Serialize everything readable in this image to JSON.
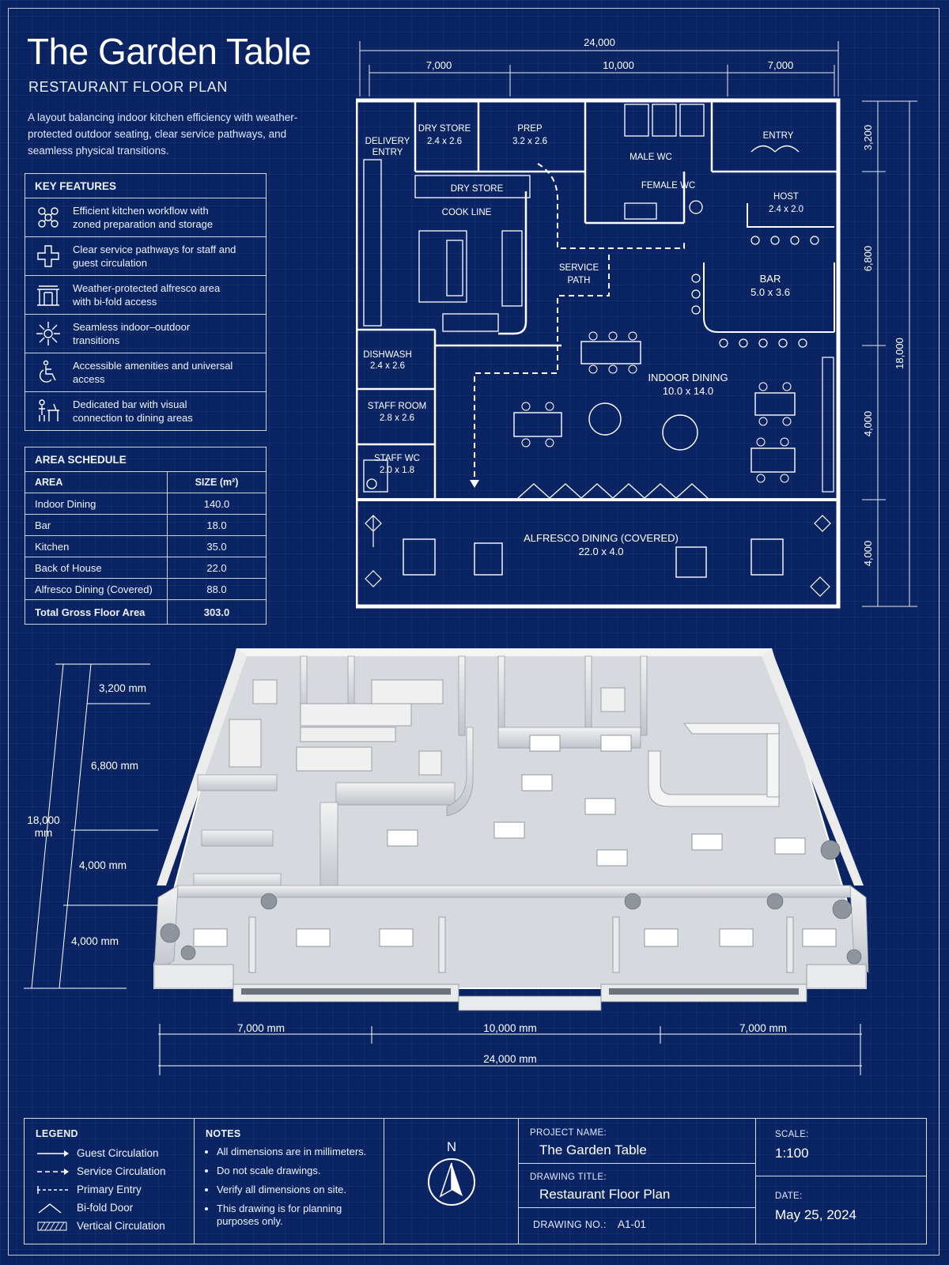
{
  "header": {
    "title": "The Garden Table",
    "subtitle": "RESTAURANT FLOOR PLAN",
    "intro": "A layout balancing indoor kitchen efficiency with weather-protected outdoor seating, clear service pathways, and seamless physical transitions."
  },
  "key_features": {
    "heading": "KEY FEATURES",
    "items": [
      {
        "text": "Efficient kitchen workflow with zoned preparation and storage",
        "icon": "kitchen-workflow-icon"
      },
      {
        "text": "Clear service pathways for staff and guest circulation",
        "icon": "pathway-cross-icon"
      },
      {
        "text": "Weather-protected alfresco area with bi-fold access",
        "icon": "pergola-icon"
      },
      {
        "text": "Seamless indoor–outdoor transitions",
        "icon": "transition-icon"
      },
      {
        "text": "Accessible amenities and universal access",
        "icon": "wheelchair-icon"
      },
      {
        "text": "Dedicated bar with visual connection to dining areas",
        "icon": "bar-person-icon"
      }
    ]
  },
  "area_schedule": {
    "heading": "AREA SCHEDULE",
    "col_area": "AREA",
    "col_size": "SIZE (m²)",
    "rows": [
      {
        "area": "Indoor Dining",
        "size": "140.0"
      },
      {
        "area": "Bar",
        "size": "18.0"
      },
      {
        "area": "Kitchen",
        "size": "35.0"
      },
      {
        "area": "Back of House",
        "size": "22.0"
      },
      {
        "area": "Alfresco Dining (Covered)",
        "size": "88.0"
      }
    ],
    "total_label": "Total Gross Floor Area",
    "total_value": "303.0"
  },
  "plan": {
    "dim_total": "24,000",
    "dim_left": "7,000",
    "dim_mid": "10,000",
    "dim_right": "7,000",
    "dim_r1": "3,200",
    "dim_r2": "6,800",
    "dim_r3": "4,000",
    "dim_r4": "4,000",
    "dim_rtotal": "18,000",
    "rooms": {
      "delivery_1": "DELIVERY",
      "delivery_2": "ENTRY",
      "dry_store_1": "DRY STORE",
      "dry_store_2": "2.4 x 2.6",
      "prep_1": "PREP",
      "prep_2": "3.2 x 2.6",
      "male_wc": "MALE WC",
      "female_wc": "FEMALE WC",
      "entry": "ENTRY",
      "host_1": "HOST",
      "host_2": "2.4 x 2.0",
      "dry_store_small": "DRY STORE",
      "cook_line": "COOK LINE",
      "service_1": "SERVICE",
      "service_2": "PATH",
      "bar_1": "BAR",
      "bar_2": "5.0 x 3.6",
      "dishwash_1": "DISHWASH",
      "dishwash_2": "2.4 x 2.6",
      "indoor_1": "INDOOR DINING",
      "indoor_2": "10.0 x 14.0",
      "staff_room_1": "STAFF ROOM",
      "staff_room_2": "2.8 x 2.6",
      "staff_wc_1": "STAFF WC",
      "staff_wc_2": "2.0 x 1.8",
      "alfresco_1": "ALFRESCO DINING (COVERED)",
      "alfresco_2": "22.0 x 4.0"
    }
  },
  "iso": {
    "d1": "3,200 mm",
    "d2": "6,800 mm",
    "d3": "4,000 mm",
    "d4": "4,000 mm",
    "dtotal_1": "18,000",
    "dtotal_2": "mm",
    "b1": "7,000 mm",
    "b2": "10,000 mm",
    "b3": "7,000 mm",
    "btotal": "24,000 mm"
  },
  "legend": {
    "heading": "LEGEND",
    "items": [
      "Guest Circulation",
      "Service Circulation",
      "Primary Entry",
      "Bi-fold Door",
      "Vertical Circulation"
    ]
  },
  "notes": {
    "heading": "NOTES",
    "items": [
      "All dimensions are in millimeters.",
      "Do not scale drawings.",
      "Verify all dimensions on site.",
      "This drawing is for planning purposes only."
    ]
  },
  "compass": {
    "label": "N"
  },
  "title_block": {
    "project_label": "PROJECT NAME:",
    "project_value": "The Garden Table",
    "drawing_title_label": "DRAWING TITLE:",
    "drawing_title_value": "Restaurant Floor Plan",
    "drawing_no_label": "DRAWING NO.:",
    "drawing_no_value": "A1-01",
    "scale_label": "SCALE:",
    "scale_value": "1:100",
    "date_label": "DATE:",
    "date_value": "May 25, 2024"
  },
  "colors": {
    "background": "#0a2463",
    "line": "#ffffff"
  }
}
